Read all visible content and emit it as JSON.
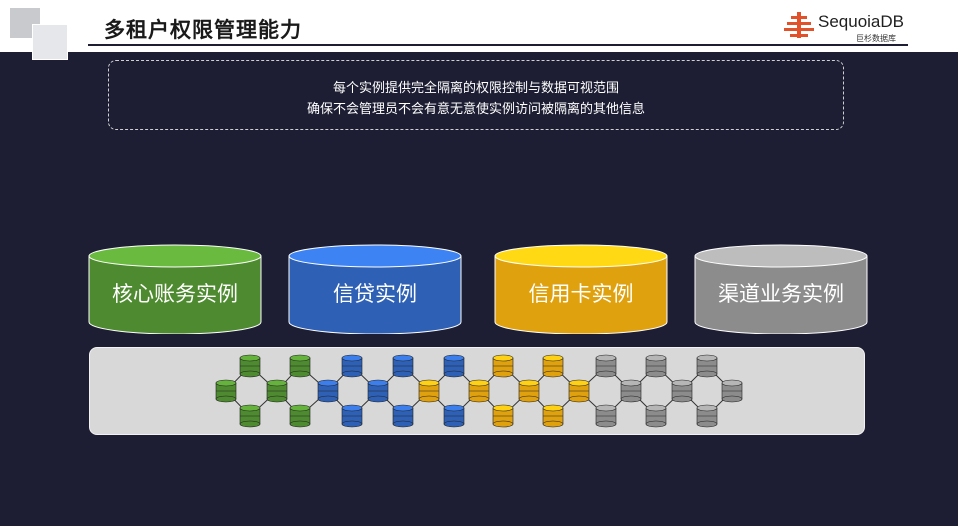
{
  "header": {
    "title": "多租户权限管理能力",
    "brand_name": "SequoiaDB",
    "brand_sub": "巨杉数据库"
  },
  "info_box": {
    "line1": "每个实例提供完全隔离的权限控制与数据可视范围",
    "line2": "确保不会管理员不会有意无意使实例访问被隔离的其他信息"
  },
  "instances": [
    {
      "label": "核心账务实例",
      "color": "#4e8a2f"
    },
    {
      "label": "信贷实例",
      "color": "#2e61b5"
    },
    {
      "label": "信用卡实例",
      "color": "#e0a10f"
    },
    {
      "label": "渠道业务实例",
      "color": "#8c8c8c"
    }
  ],
  "cluster": {
    "panel_color": "#d8d8d8",
    "node_colors": [
      "#4e8a2f",
      "#2e61b5",
      "#e0a10f",
      "#8c8c8c"
    ]
  }
}
